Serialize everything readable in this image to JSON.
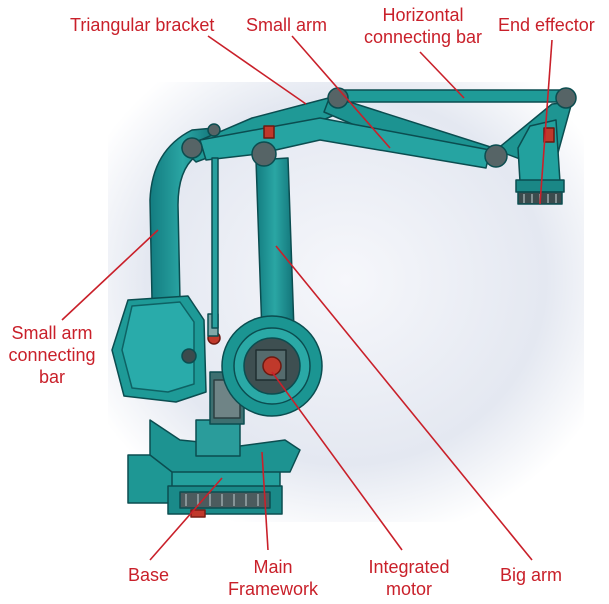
{
  "labels": {
    "triangular_bracket": "Triangular bracket",
    "small_arm": "Small arm",
    "horizontal_connecting_bar_line1": "Horizontal",
    "horizontal_connecting_bar_line2": "connecting bar",
    "end_effector": "End effector",
    "small_arm_connecting_bar_line1": "Small arm",
    "small_arm_connecting_bar_line2": "connecting",
    "small_arm_connecting_bar_line3": "bar",
    "base": "Base",
    "main_framework_line1": "Main",
    "main_framework_line2": "Framework",
    "integrated_motor_line1": "Integrated",
    "integrated_motor_line2": "motor",
    "big_arm": "Big arm"
  },
  "colors": {
    "label_text": "#c9202a",
    "leader_line": "#c9202a",
    "robot_teal": "#1a8e8e",
    "robot_teal_dark": "#0f5f63",
    "robot_teal_light": "#3fb3b1",
    "background_glow": "#dfe4ee"
  }
}
